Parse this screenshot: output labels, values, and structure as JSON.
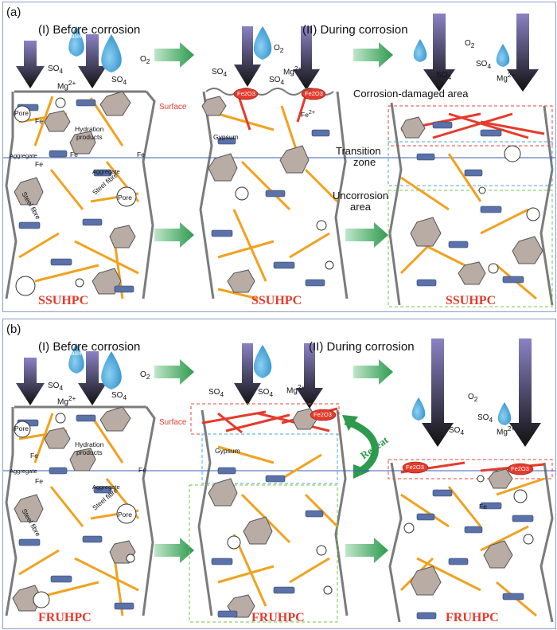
{
  "panel_a": {
    "letter": "(a)",
    "stage1": "(I) Before corrosion",
    "stage2": "(II) During corrosion",
    "water": "Water",
    "o2": "O",
    "so4": "SO",
    "mg": "Mg",
    "surface": "Surface",
    "pore": "Pore",
    "hydration1": "Hydration",
    "hydration2": "products",
    "aggregate": "Aggregate",
    "fe": "Fe",
    "steel_fibre": "Steel fibre",
    "gypsum": "Gypsum",
    "fe2": "Fe",
    "fe2o3": "Fe2O3",
    "corrosion_damaged": "Corrosion-damaged area",
    "transition1": "Transition",
    "transition2": "zone",
    "uncorrosion1": "Uncorrosion",
    "uncorrosion2": "area",
    "brand": "SSUHPC"
  },
  "panel_b": {
    "letter": "(b)",
    "stage1": "(I) Before corrosion",
    "stage2": "(II) During corrosion",
    "water": "Water",
    "o2": "O",
    "so4": "SO",
    "mg": "Mg",
    "surface": "Surface",
    "pore": "Pore",
    "hydration1": "Hydration",
    "hydration2": "products",
    "aggregate": "Aggregate",
    "fe": "Fe",
    "steel_fibre": "Steel fibre",
    "gypsum": "Gypsum",
    "fe2o3": "Fe2O3",
    "repeat": "Repeat",
    "brand": "FRUHPC"
  },
  "colors": {
    "drop": "#4aa3d8",
    "fibre": "#f0a21f",
    "aggregate": "#b9aca4",
    "bar": "#5a72a8",
    "brand": "#e53b2c",
    "green_arrow": "#2e9a4e",
    "frame": "#8a9cc8"
  }
}
